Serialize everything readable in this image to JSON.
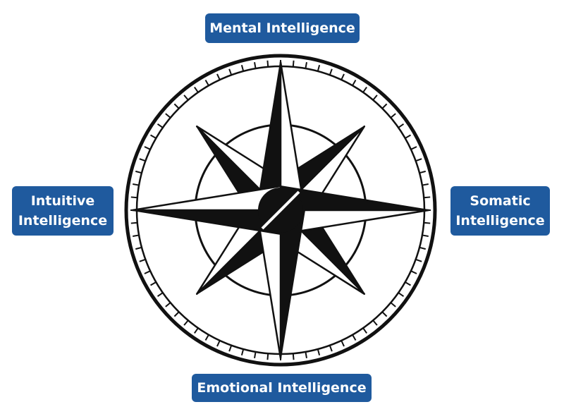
{
  "labels": {
    "top": "Mental Intelligence",
    "bottom": "Emotional Intelligence",
    "left_line1": "Intuitive",
    "left_line2": "Intelligence",
    "right_line1": "Somatic",
    "right_line2": "Intelligence"
  },
  "colors": {
    "label_bg": "#1f5a9e",
    "label_text": "#ffffff",
    "ink": "#111111"
  },
  "icons": {
    "center": "compass-rose-icon"
  }
}
